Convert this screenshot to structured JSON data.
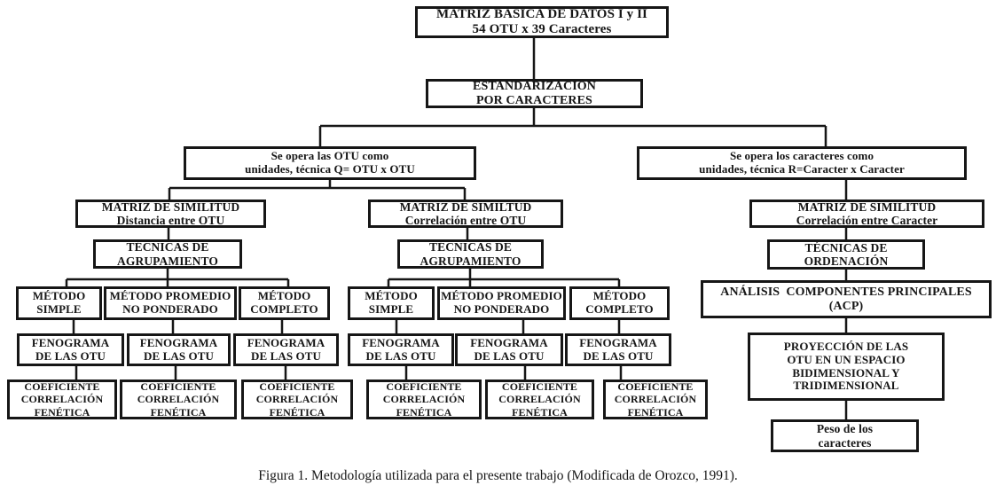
{
  "figure_caption": "Figura 1. Metodología utilizada para el presente trabajo (Modificada de Orozco, 1991).",
  "colors": {
    "ink": "#161616",
    "background": "#ffffff"
  },
  "nodes": {
    "matriz_basica": "MATRIZ BÁSICA DE DATOS I y II\n54 OTU x 39 Caracteres",
    "estandarizacion": "ESTANDARIZACIÓN\nPOR CARACTERES",
    "se_opera_otu": "Se opera las OTU como\nunidades, técnica Q= OTU x OTU",
    "se_opera_caracteres": "Se opera los caracteres como\nunidades, técnica R=Caracter x Caracter",
    "matriz_similitud_distancia": "MATRIZ DE SIMILITUD\nDistancia entre OTU",
    "matriz_similtud_correlacion_otu": "MATRIZ DE SIMILTUD\nCorrelación entre OTU",
    "matriz_similitud_correlacion_caracter": "MATRIZ DE SIMILITUD\nCorrelación entre Caracter",
    "tecnicas_agrupamiento_1": "TÉCNICAS DE\nAGRUPAMIENTO",
    "tecnicas_agrupamiento_2": "TÉCNICAS DE\nAGRUPAMIENTO",
    "tecnicas_ordenacion": "TÉCNICAS DE\nORDENACIÓN",
    "metodo_simple_1": "MÉTODO\nSIMPLE",
    "metodo_promedio_1": "MÉTODO PROMEDIO\nNO PONDERADO",
    "metodo_completo_1": "MÉTODO\nCOMPLETO",
    "metodo_simple_2": "MÉTODO\nSIMPLE",
    "metodo_promedio_2": "MÉTODO PROMEDIO\nNO PONDERADO",
    "metodo_completo_2": "MÉTODO\nCOMPLETO",
    "fenograma_1": "FENOGRAMA\nDE LAS OTU",
    "fenograma_2": "FENOGRAMA\nDE LAS OTU",
    "fenograma_3": "FENOGRAMA\nDE LAS OTU",
    "fenograma_4": "FENOGRAMA\nDE LAS OTU",
    "fenograma_5": "FENOGRAMA\nDE LAS OTU",
    "fenograma_6": "FENOGRAMA\nDE LAS OTU",
    "coeficiente_1": "COEFICIENTE\nCORRELACIÓN\nFENÉTICA",
    "coeficiente_2": "COEFICIENTE\nCORRELACIÓN\nFENÉTICA",
    "coeficiente_3": "COEFICIENTE\nCORRELACIÓN\nFENÉTICA",
    "coeficiente_4": "COEFICIENTE\nCORRELACIÓN\nFENÉTICA",
    "coeficiente_5": "COEFICIENTE\nCORRELACIÓN\nFENÉTICA",
    "coeficiente_6": "COEFICIENTE\nCORRELACIÓN\nFENÉTICA",
    "analisis_acp": "ANÁLISIS  COMPONENTES PRINCIPALES\n(ACP)",
    "proyeccion_otu": "PROYECCIÓN DE LAS\nOTU EN UN ESPACIO\nBIDIMENSIONAL Y\nTRIDIMENSIONAL",
    "peso_caracteres": "Peso de los\ncaracteres"
  }
}
